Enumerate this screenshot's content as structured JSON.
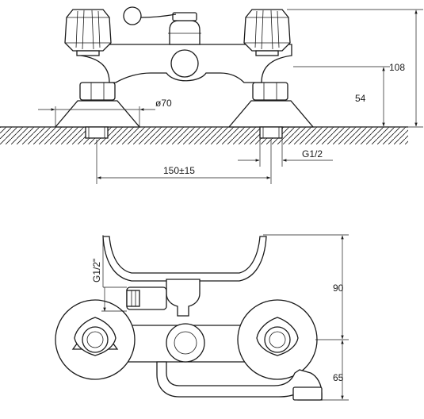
{
  "drawing": {
    "front_view": {
      "dim_height_total": "108",
      "dim_height_mount": "54",
      "dim_flange_diameter": "ø70",
      "dim_center_distance": "150±15",
      "dim_thread": "G1/2"
    },
    "top_view": {
      "dim_thread": "G1/2\"",
      "dim_upper": "90",
      "dim_lower": "65"
    }
  }
}
